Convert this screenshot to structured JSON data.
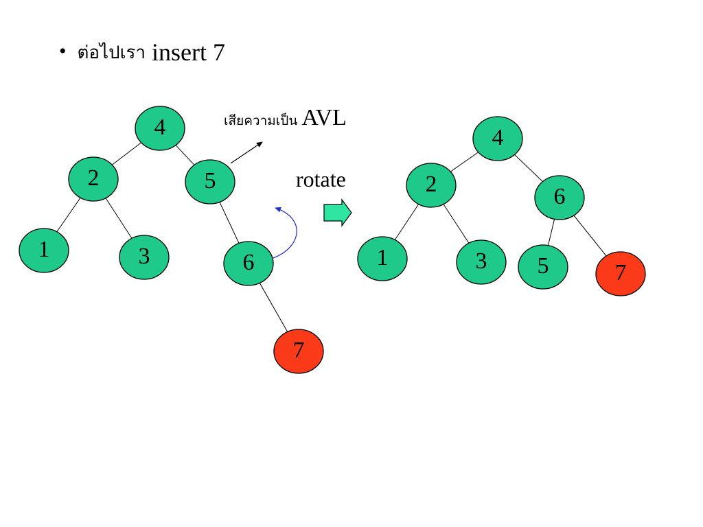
{
  "slide": {
    "bullet_symbol": "•",
    "bullet_thai": "ต่อไปเรา",
    "bullet_text": " insert 7"
  },
  "annotation": {
    "thai": "เสียความเป็น",
    "avl": "AVL"
  },
  "rotate_label": "rotate",
  "colors": {
    "node_normal": "#1ec98a",
    "node_new": "#fb3a1a",
    "arrow_fill": "#2ee6a1",
    "curve": "#2234c8"
  },
  "trees": {
    "before": {
      "nodes": [
        {
          "id": "b4",
          "label": "4",
          "kind": "normal"
        },
        {
          "id": "b2",
          "label": "2",
          "kind": "normal"
        },
        {
          "id": "b5",
          "label": "5",
          "kind": "normal"
        },
        {
          "id": "b1",
          "label": "1",
          "kind": "normal"
        },
        {
          "id": "b3",
          "label": "3",
          "kind": "normal"
        },
        {
          "id": "b6",
          "label": "6",
          "kind": "normal"
        },
        {
          "id": "b7",
          "label": "7",
          "kind": "new"
        }
      ],
      "edges": [
        [
          "b4",
          "b2"
        ],
        [
          "b4",
          "b5"
        ],
        [
          "b2",
          "b1"
        ],
        [
          "b2",
          "b3"
        ],
        [
          "b5",
          "b6"
        ],
        [
          "b6",
          "b7"
        ]
      ]
    },
    "after": {
      "nodes": [
        {
          "id": "a4",
          "label": "4",
          "kind": "normal"
        },
        {
          "id": "a2",
          "label": "2",
          "kind": "normal"
        },
        {
          "id": "a6",
          "label": "6",
          "kind": "normal"
        },
        {
          "id": "a1",
          "label": "1",
          "kind": "normal"
        },
        {
          "id": "a3",
          "label": "3",
          "kind": "normal"
        },
        {
          "id": "a5",
          "label": "5",
          "kind": "normal"
        },
        {
          "id": "a7",
          "label": "7",
          "kind": "new"
        }
      ],
      "edges": [
        [
          "a4",
          "a2"
        ],
        [
          "a4",
          "a6"
        ],
        [
          "a2",
          "a1"
        ],
        [
          "a2",
          "a3"
        ],
        [
          "a6",
          "a5"
        ],
        [
          "a6",
          "a7"
        ]
      ]
    }
  }
}
